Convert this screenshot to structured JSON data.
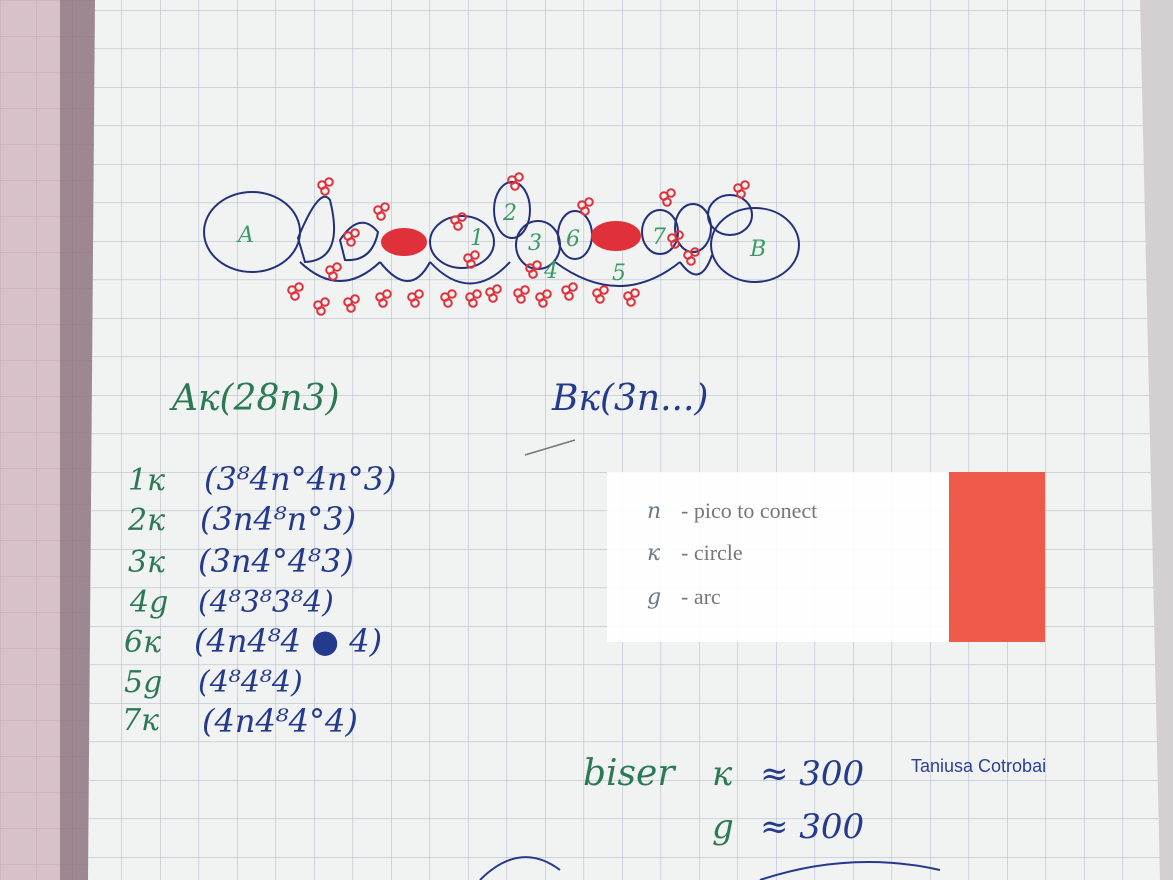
{
  "diagram": {
    "ring_labels": [
      "A",
      "B",
      "1",
      "2",
      "3",
      "4",
      "5",
      "6",
      "7"
    ]
  },
  "notes": {
    "a_row": "Aк(28n3)",
    "b_row": "Bк(3n...)",
    "rows": [
      {
        "key": "1к",
        "value": "(3⁸4n°4n°3)"
      },
      {
        "key": "2к",
        "value": "(3n4⁸n°3)"
      },
      {
        "key": "3к",
        "value": "(3n4°4⁸3)"
      },
      {
        "key": "4g",
        "value": "(4⁸3⁸3⁸4)"
      },
      {
        "key": "6к",
        "value": "(4n4⁸4 ● 4)"
      },
      {
        "key": "5g",
        "value": "(4⁸4⁸4)"
      },
      {
        "key": "7к",
        "value": "(4n4⁸4°4)"
      }
    ],
    "bead_row_label": "biser",
    "bead_rows": [
      {
        "sym": "к",
        "value": "≈ 300"
      },
      {
        "sym": "g",
        "value": "≈ 300"
      }
    ]
  },
  "legend": {
    "items": [
      {
        "symbol": "n",
        "text": "- pico to conect"
      },
      {
        "symbol": "к",
        "text": "- circle"
      },
      {
        "symbol": "g",
        "text": "- arc"
      }
    ]
  },
  "credit": "Taniusa Cotrobai",
  "colors": {
    "ink_blue": "#243a8c",
    "ink_green": "#2c7a55",
    "bead_red": "#e0313a",
    "accent_red": "#ef5b4b"
  }
}
